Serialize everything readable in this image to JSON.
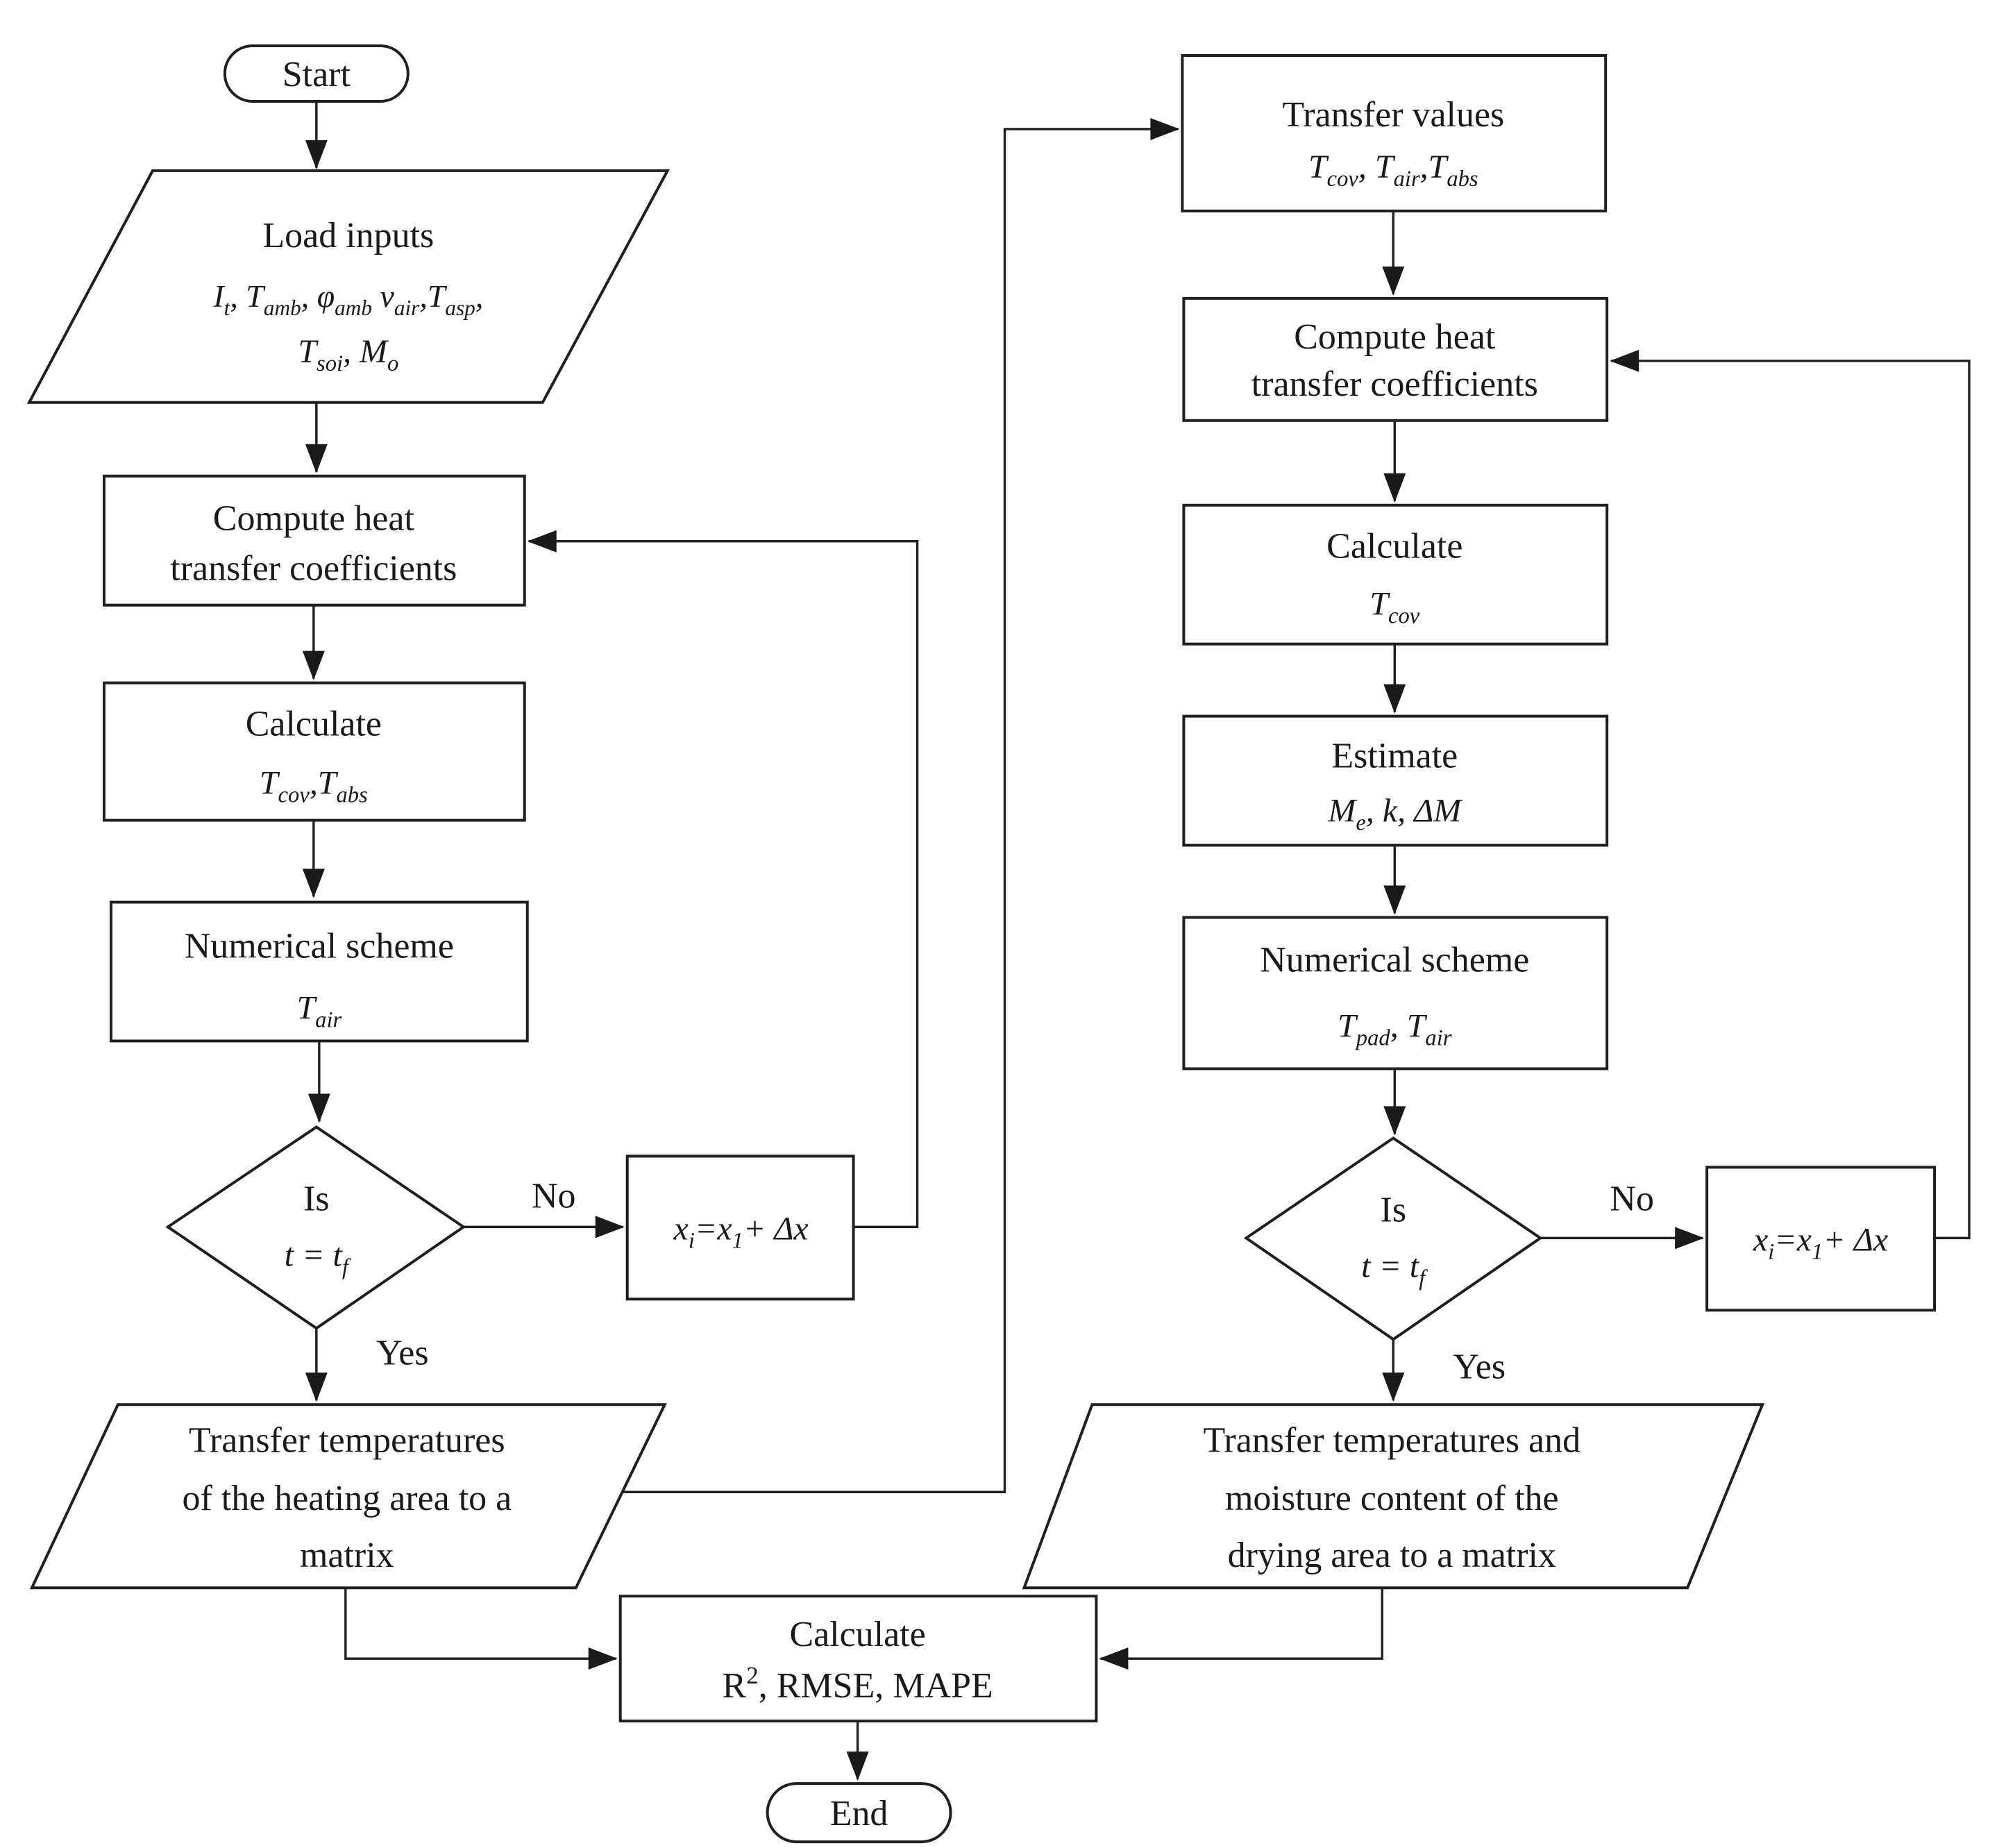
{
  "diagram": {
    "kind": "flowchart",
    "description": "Numerical simulation flowchart for heating and drying area model with iteration loops"
  },
  "colors": {
    "line": "#1f1f1f",
    "text": "#1a1a1a",
    "background": "#ffffff"
  },
  "nodes": {
    "start": {
      "type": "terminator",
      "label": "Start"
    },
    "load_inputs": {
      "type": "input-parallelogram",
      "lines": [
        "Load inputs",
        "I_{t}, T_{amb}, φ_{amb} v_{air},T_{asp},",
        "T_{soi}, M_{o}"
      ]
    },
    "compute_coeffs_left": {
      "type": "process",
      "lines": [
        "Compute heat",
        "transfer coefficients"
      ]
    },
    "calculate_left": {
      "type": "process",
      "lines": [
        "Calculate",
        "T_{cov},T_{abs}"
      ]
    },
    "numerical_left": {
      "type": "process",
      "lines": [
        "Numerical scheme",
        "T_{air}"
      ]
    },
    "decision_left": {
      "type": "decision",
      "lines": [
        "Is",
        "t = t_{f}"
      ]
    },
    "increment_left": {
      "type": "process",
      "lines": [
        "x_{i}=x_{1}+ Δx"
      ]
    },
    "transfer_heating": {
      "type": "input-parallelogram",
      "lines": [
        "Transfer temperatures",
        "of the heating area to a",
        "matrix"
      ]
    },
    "transfer_values": {
      "type": "process",
      "lines": [
        "Transfer values",
        "T_{cov}, T_{air},T_{abs}"
      ]
    },
    "compute_coeffs_right": {
      "type": "process",
      "lines": [
        "Compute heat",
        "transfer coefficients"
      ]
    },
    "calculate_right": {
      "type": "process",
      "lines": [
        "Calculate",
        "T_{cov}"
      ]
    },
    "estimate": {
      "type": "process",
      "lines": [
        "Estimate",
        "M_{e}, k, ΔM"
      ]
    },
    "numerical_right": {
      "type": "process",
      "lines": [
        "Numerical scheme",
        "T_{pad}, T_{air}"
      ]
    },
    "decision_right": {
      "type": "decision",
      "lines": [
        "Is",
        "t = t_{f}"
      ]
    },
    "increment_right": {
      "type": "process",
      "lines": [
        "x_{i}=x_{1}+ Δx"
      ]
    },
    "transfer_drying": {
      "type": "input-parallelogram",
      "lines": [
        "Transfer temperatures and",
        "moisture content of the",
        "drying area to a matrix"
      ]
    },
    "calculate_metrics": {
      "type": "process",
      "lines": [
        "Calculate",
        "R^{2}, RMSE, MAPE"
      ]
    },
    "end": {
      "type": "terminator",
      "label": "End"
    }
  },
  "edge_labels": {
    "decision_left_no": "No",
    "decision_left_yes": "Yes",
    "decision_right_no": "No",
    "decision_right_yes": "Yes"
  }
}
